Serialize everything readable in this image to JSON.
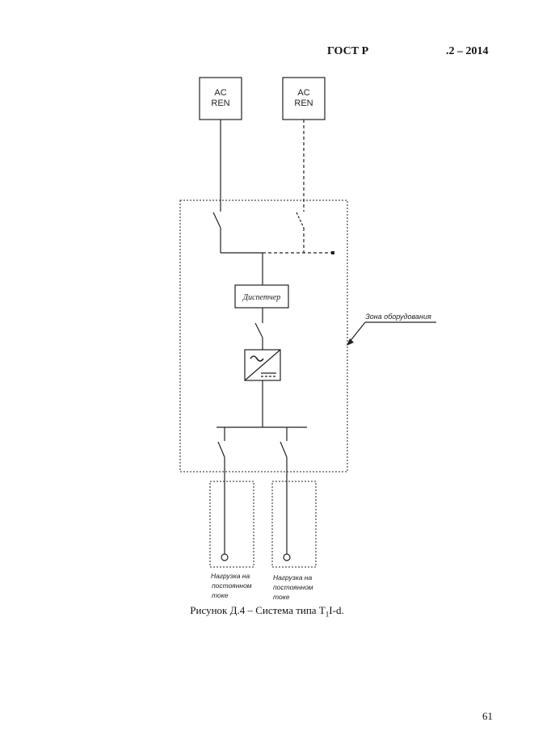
{
  "header": {
    "standard_left": "ГОСТ Р",
    "standard_right": ".2  – 2014"
  },
  "diagram": {
    "source_1": {
      "line1": "AC",
      "line2": "REN"
    },
    "source_2": {
      "line1": "AC",
      "line2": "REN"
    },
    "dispatcher_label": "Диспетчер",
    "equipment_zone_label": "Зона оборудования",
    "load_1": {
      "line1": "Нагрузка на",
      "line2": "постоянном",
      "line3": "токе"
    },
    "load_2": {
      "line1": "Нагрузка на",
      "line2": "постоянном",
      "line3": "токе"
    }
  },
  "caption": {
    "prefix": "Рисунок Д.4 – Система типа Т",
    "subscript": "1",
    "suffix": "I-d."
  },
  "page_number": "61"
}
